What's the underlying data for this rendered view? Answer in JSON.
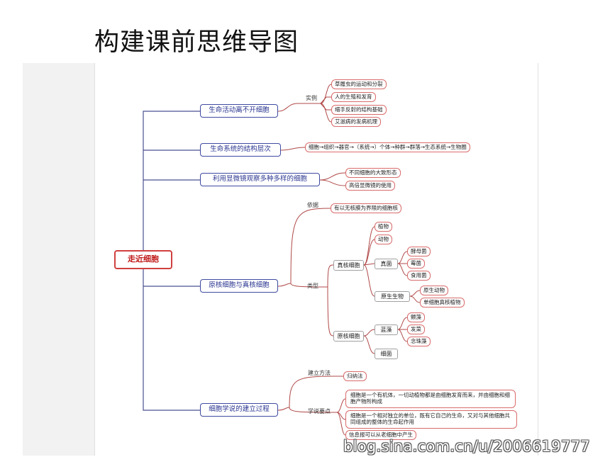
{
  "page": {
    "title": "构建课前思维导图",
    "watermark": "blog.sina.com.cn/u/2006619777"
  },
  "colors": {
    "root_border": "#d04040",
    "main_border": "#3e4aa0",
    "leaf_border": "#d96b6b",
    "line": "#4a4f90",
    "leaf_line": "#b04848"
  },
  "map": {
    "root": "走近细胞",
    "branch1": {
      "label": "生命活动离不开细胞",
      "sub": "实例",
      "leaves": [
        "草履虫的运动和分裂",
        "人的生殖和发育",
        "缩手反射的结构基础",
        "艾滋病的发病机理"
      ]
    },
    "branch2": {
      "label": "生命系统的结构层次",
      "leaf": "细胞→组织→器官→（系统→）个体→种群→群落→生态系统→生物圈"
    },
    "branch3": {
      "label": "利用显微镜观察多种多样的细胞",
      "leaves": [
        "不同细胞的大致形态",
        "高倍显微镜的使用"
      ]
    },
    "branch4": {
      "label": "原核细胞与真核细胞",
      "basis_label": "依据",
      "basis_leaf": "有以无核膜为界限的细胞核",
      "type_label": "类型",
      "eukaryote": {
        "label": "真核细胞",
        "plant": "植物",
        "animal": "动物",
        "fungi": "真菌",
        "fungi_items": [
          "酵母菌",
          "霉菌",
          "食用菌"
        ],
        "protist": "原生生物",
        "protist_items": [
          "原生动物",
          "单细胞真核植物"
        ]
      },
      "prokaryote": {
        "label": "原核细胞",
        "cyano": "蓝藻",
        "cyano_items": [
          "颤藻",
          "发菜",
          "念珠藻"
        ],
        "bacteria": "细菌"
      }
    },
    "branch5": {
      "label": "细胞学说的建立过程",
      "method_label": "建立方法",
      "method_leaf": "归纳法",
      "points_label": "学说要点",
      "points": [
        "细胞是一个有机体，一切动植物都是由细胞发育而来，并由细胞和细胞产物所构成",
        "细胞是一个相对独立的单位，既有它自己的生命，又对与其他细胞共同组成的整体的生命起作用",
        "信息报可以从老细胞中产生"
      ]
    }
  }
}
